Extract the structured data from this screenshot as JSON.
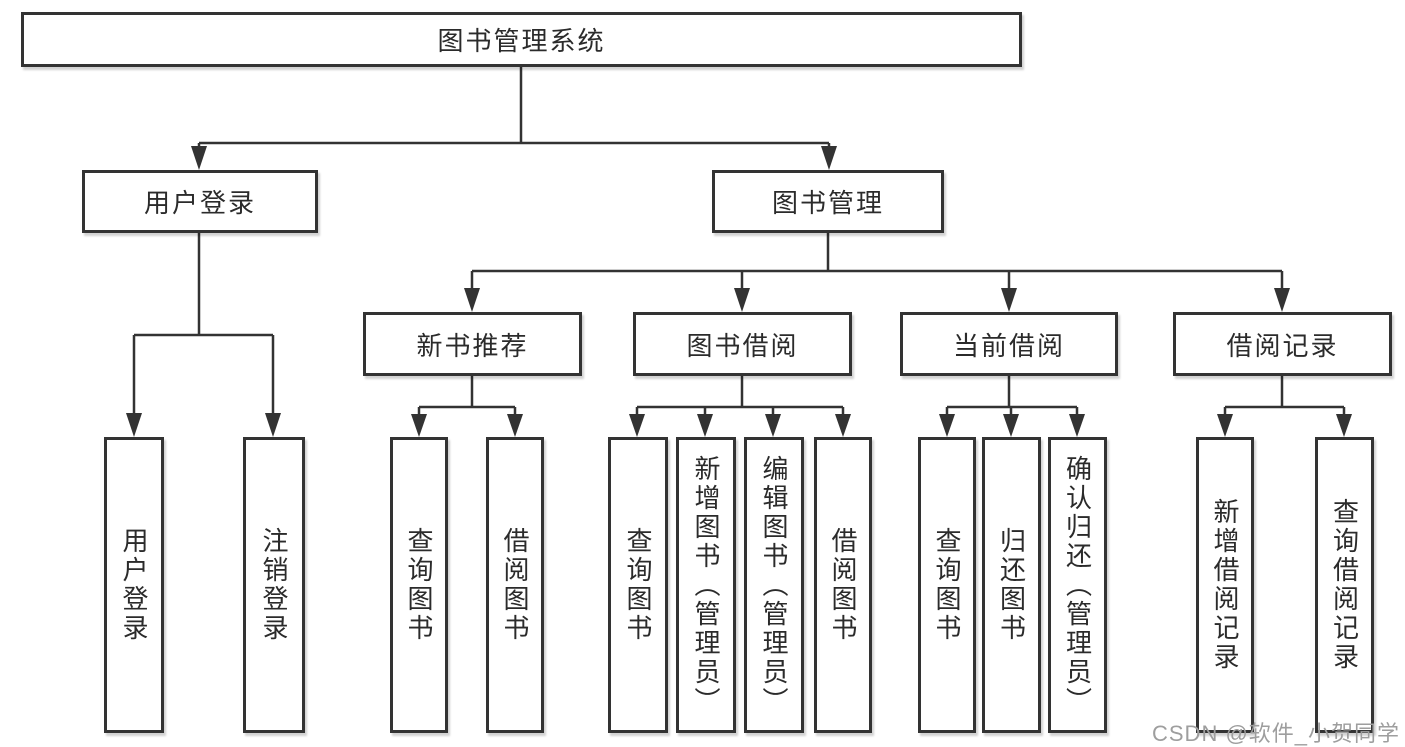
{
  "diagram": {
    "root": {
      "label": "图书管理系统"
    },
    "level2": [
      {
        "label": "用户登录"
      },
      {
        "label": "图书管理"
      }
    ],
    "level3": [
      {
        "label": "新书推荐"
      },
      {
        "label": "图书借阅"
      },
      {
        "label": "当前借阅"
      },
      {
        "label": "借阅记录"
      }
    ],
    "leaves": [
      {
        "label": "用户登录"
      },
      {
        "label": "注销登录"
      },
      {
        "label": "查询图书"
      },
      {
        "label": "借阅图书"
      },
      {
        "label": "查询图书"
      },
      {
        "label": "新增图书（管理员）"
      },
      {
        "label": "编辑图书（管理员）"
      },
      {
        "label": "借阅图书"
      },
      {
        "label": "查询图书"
      },
      {
        "label": "归还图书"
      },
      {
        "label": "确认归还（管理员）"
      },
      {
        "label": "新增借阅记录"
      },
      {
        "label": "查询借阅记录"
      }
    ]
  },
  "watermark": {
    "text": "CSDN @软件_小贺同学"
  },
  "colors": {
    "line": "#333333",
    "box_border": "#333333",
    "background": "#ffffff",
    "watermark": "#9e9e9e"
  }
}
